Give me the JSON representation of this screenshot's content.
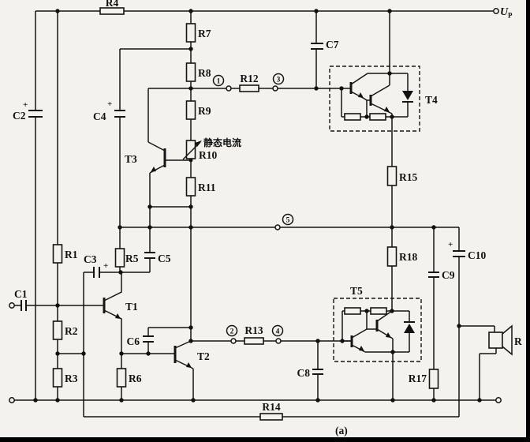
{
  "labels": {
    "caption": "(a)",
    "power_symbol": "U",
    "power_subscript": "P",
    "speaker": "R",
    "quiescent_current": "静态电流",
    "plus": "+"
  },
  "nodes": {
    "n1": "1",
    "n2": "2",
    "n3": "3",
    "n4": "4",
    "n5": "5"
  },
  "resistors": {
    "R1": "R1",
    "R2": "R2",
    "R3": "R3",
    "R4": "R4",
    "R5": "R5",
    "R6": "R6",
    "R7": "R7",
    "R8": "R8",
    "R9": "R9",
    "R10": "R10",
    "R11": "R11",
    "R12": "R12",
    "R13": "R13",
    "R14": "R14",
    "R15": "R15",
    "R17": "R17",
    "R18": "R18"
  },
  "capacitors": {
    "C1": "C1",
    "C2": "C2",
    "C3": "C3",
    "C4": "C4",
    "C5": "C5",
    "C6": "C6",
    "C7": "C7",
    "C8": "C8",
    "C9": "C9",
    "C10": "C10"
  },
  "transistors": {
    "T1": "T1",
    "T2": "T2",
    "T3": "T3",
    "T4": "T4",
    "T5": "T5"
  }
}
